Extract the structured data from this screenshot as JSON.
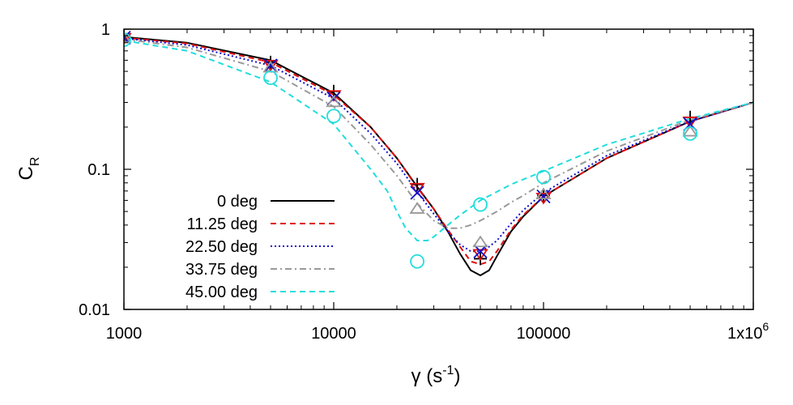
{
  "chart_data": {
    "type": "line",
    "x_scale": "log",
    "y_scale": "log",
    "xlim": [
      1000,
      1000000
    ],
    "ylim": [
      0.01,
      1
    ],
    "x_ticks": [
      1000,
      10000,
      100000,
      1000000
    ],
    "x_tick_labels": [
      "1000",
      "10000",
      "100000",
      "1x10"
    ],
    "x_tick_label_exponent": "6",
    "y_ticks": [
      0.01,
      0.1,
      1
    ],
    "y_tick_labels": [
      "0.01",
      "0.1",
      "1"
    ],
    "xlabel": {
      "base": "γ (s",
      "superscript": "-1",
      "suffix": ")"
    },
    "ylabel": {
      "base": "C",
      "subscript": "R"
    },
    "grid": false,
    "legend": "bottom-left",
    "series": [
      {
        "name": "0 deg",
        "color": "#000000",
        "dash": "solid",
        "curve": [
          [
            1000,
            0.88
          ],
          [
            2000,
            0.8
          ],
          [
            5000,
            0.6
          ],
          [
            10000,
            0.35
          ],
          [
            15000,
            0.2
          ],
          [
            20000,
            0.12
          ],
          [
            25000,
            0.075
          ],
          [
            30000,
            0.052
          ],
          [
            35000,
            0.036
          ],
          [
            40000,
            0.025
          ],
          [
            45000,
            0.019
          ],
          [
            50000,
            0.0175
          ],
          [
            55000,
            0.019
          ],
          [
            60000,
            0.024
          ],
          [
            70000,
            0.036
          ],
          [
            80000,
            0.046
          ],
          [
            100000,
            0.064
          ],
          [
            200000,
            0.12
          ],
          [
            500000,
            0.22
          ],
          [
            1000000,
            0.3
          ]
        ],
        "marker": "plus",
        "marker_color": "#000000",
        "points": [
          [
            1000,
            0.89
          ],
          [
            5000,
            0.58
          ],
          [
            10000,
            0.36
          ],
          [
            25000,
            0.078
          ],
          [
            50000,
            0.023
          ],
          [
            100000,
            0.065
          ],
          [
            500000,
            0.235
          ]
        ]
      },
      {
        "name": "11.25 deg",
        "color": "#e01010",
        "dash": "dashed",
        "curve": [
          [
            1000,
            0.87
          ],
          [
            2000,
            0.79
          ],
          [
            5000,
            0.58
          ],
          [
            10000,
            0.34
          ],
          [
            15000,
            0.2
          ],
          [
            20000,
            0.12
          ],
          [
            25000,
            0.074
          ],
          [
            30000,
            0.052
          ],
          [
            35000,
            0.037
          ],
          [
            40000,
            0.028
          ],
          [
            45000,
            0.022
          ],
          [
            50000,
            0.021
          ],
          [
            55000,
            0.022
          ],
          [
            60000,
            0.026
          ],
          [
            70000,
            0.037
          ],
          [
            80000,
            0.047
          ],
          [
            100000,
            0.064
          ],
          [
            200000,
            0.12
          ],
          [
            500000,
            0.22
          ],
          [
            1000000,
            0.3
          ]
        ],
        "marker": "triangle-down",
        "marker_color": "#e01010",
        "points": [
          [
            1000,
            0.87
          ],
          [
            5000,
            0.56
          ],
          [
            10000,
            0.34
          ],
          [
            25000,
            0.074
          ],
          [
            50000,
            0.025
          ],
          [
            100000,
            0.063
          ],
          [
            500000,
            0.22
          ]
        ]
      },
      {
        "name": "22.50 deg",
        "color": "#1010cc",
        "dash": "dotted",
        "curve": [
          [
            1000,
            0.86
          ],
          [
            2000,
            0.77
          ],
          [
            5000,
            0.55
          ],
          [
            10000,
            0.32
          ],
          [
            15000,
            0.18
          ],
          [
            20000,
            0.11
          ],
          [
            25000,
            0.069
          ],
          [
            30000,
            0.048
          ],
          [
            35000,
            0.036
          ],
          [
            40000,
            0.029
          ],
          [
            45000,
            0.026
          ],
          [
            50000,
            0.026
          ],
          [
            55000,
            0.028
          ],
          [
            60000,
            0.031
          ],
          [
            70000,
            0.041
          ],
          [
            80000,
            0.051
          ],
          [
            100000,
            0.068
          ],
          [
            200000,
            0.125
          ],
          [
            500000,
            0.22
          ],
          [
            1000000,
            0.3
          ]
        ],
        "marker": "cross",
        "marker_color": "#1010cc",
        "points": [
          [
            1000,
            0.87
          ],
          [
            5000,
            0.55
          ],
          [
            10000,
            0.32
          ],
          [
            25000,
            0.068
          ],
          [
            50000,
            0.026
          ],
          [
            100000,
            0.064
          ],
          [
            500000,
            0.21
          ]
        ]
      },
      {
        "name": "33.75 deg",
        "color": "#999999",
        "dash": "dash-dot",
        "curve": [
          [
            1000,
            0.85
          ],
          [
            2000,
            0.74
          ],
          [
            5000,
            0.5
          ],
          [
            10000,
            0.28
          ],
          [
            15000,
            0.15
          ],
          [
            20000,
            0.09
          ],
          [
            25000,
            0.057
          ],
          [
            30000,
            0.043
          ],
          [
            35000,
            0.038
          ],
          [
            40000,
            0.038
          ],
          [
            45000,
            0.04
          ],
          [
            50000,
            0.043
          ],
          [
            60000,
            0.05
          ],
          [
            70000,
            0.058
          ],
          [
            80000,
            0.065
          ],
          [
            100000,
            0.08
          ],
          [
            200000,
            0.135
          ],
          [
            500000,
            0.225
          ],
          [
            1000000,
            0.3
          ]
        ],
        "marker": "triangle-up",
        "marker_color": "#999999",
        "points": [
          [
            1000,
            0.86
          ],
          [
            5000,
            0.53
          ],
          [
            10000,
            0.3
          ],
          [
            25000,
            0.052
          ],
          [
            50000,
            0.03
          ],
          [
            100000,
            0.066
          ],
          [
            500000,
            0.185
          ]
        ]
      },
      {
        "name": "45.00 deg",
        "color": "#22dddd",
        "dash": "dashed",
        "curve": [
          [
            1000,
            0.83
          ],
          [
            2000,
            0.7
          ],
          [
            5000,
            0.42
          ],
          [
            10000,
            0.21
          ],
          [
            15000,
            0.1
          ],
          [
            18000,
            0.07
          ],
          [
            20000,
            0.05
          ],
          [
            22000,
            0.038
          ],
          [
            25000,
            0.031
          ],
          [
            28000,
            0.031
          ],
          [
            30000,
            0.033
          ],
          [
            35000,
            0.04
          ],
          [
            40000,
            0.047
          ],
          [
            50000,
            0.06
          ],
          [
            70000,
            0.078
          ],
          [
            100000,
            0.097
          ],
          [
            200000,
            0.15
          ],
          [
            500000,
            0.23
          ],
          [
            1000000,
            0.3
          ]
        ],
        "marker": "circle",
        "marker_color": "#22dddd",
        "points": [
          [
            1000,
            0.84
          ],
          [
            5000,
            0.45
          ],
          [
            10000,
            0.24
          ],
          [
            25000,
            0.022
          ],
          [
            50000,
            0.056
          ],
          [
            100000,
            0.088
          ],
          [
            500000,
            0.18
          ]
        ]
      }
    ]
  }
}
